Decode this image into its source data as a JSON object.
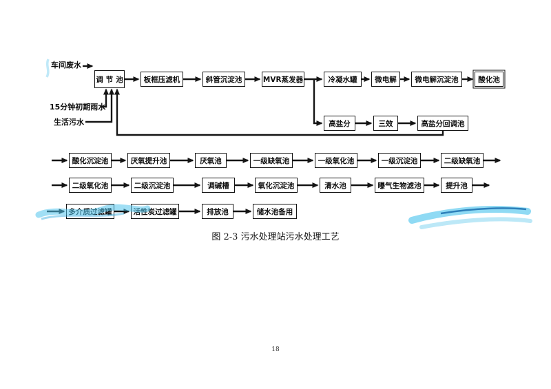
{
  "figure": {
    "caption": "图 2-3  污水处理站污水处理工艺",
    "page_number": "18"
  },
  "diagram": {
    "inputs": [
      "车间废水",
      "15分钟初期雨水",
      "生活污水"
    ],
    "row1": [
      "调节池",
      "板框压滤机",
      "斜管沉淀池",
      "MVR蒸发器",
      "冷凝水罐",
      "微电解",
      "微电解沉淀池",
      "酸化池"
    ],
    "salt_branch": [
      "高盐分",
      "三效",
      "高盐分回调池"
    ],
    "row2": [
      "酸化沉淀池",
      "厌氧提升池",
      "厌氧池",
      "一级缺氧池",
      "一级氧化池",
      "一级沉淀池",
      "二级缺氧池"
    ],
    "row3": [
      "二级氧化池",
      "二级沉淀池",
      "调碱槽",
      "氧化沉淀池",
      "清水池",
      "曝气生物滤池",
      "提升池"
    ],
    "row4": [
      "多介质过滤罐",
      "活性炭过滤罐",
      "排放池",
      "储水池备用"
    ]
  },
  "colors": {
    "line_color": "#141414",
    "decoration_blue": "#53c6ee",
    "decoration_light_blue": "#8fd9f2",
    "decoration_navy": "#1b6fae"
  }
}
